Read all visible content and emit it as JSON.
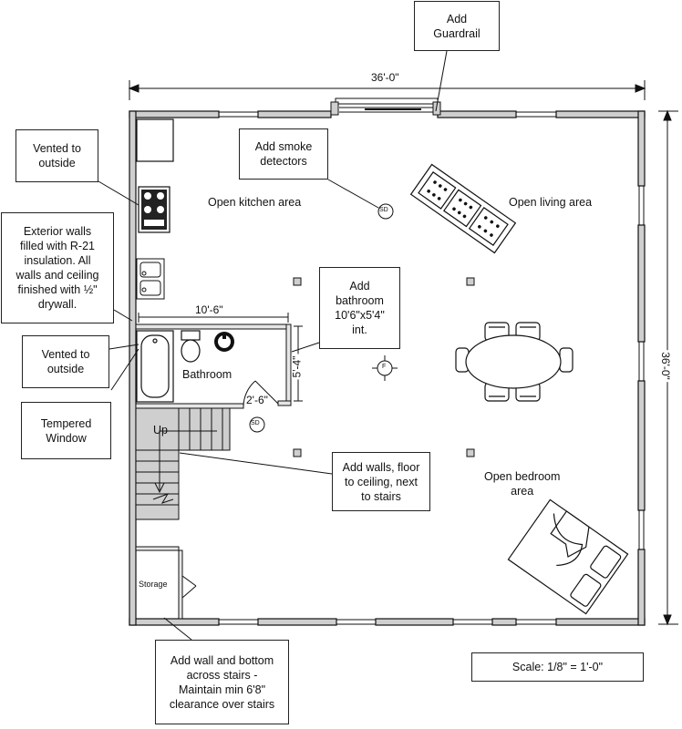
{
  "dimensions": {
    "overall_width": "36'-0\"",
    "overall_depth": "36'-0\"",
    "bathroom_width": "10'-6\"",
    "bathroom_depth": "5'-4\"",
    "door_width": "2'-6\""
  },
  "rooms": {
    "kitchen": "Open kitchen area",
    "living": "Open living area",
    "bathroom": "Bathroom",
    "bedroom_line1": "Open bedroom",
    "bedroom_line2": "area",
    "stairs": "Up",
    "storage": "Storage"
  },
  "symbols": {
    "smoke_detector": "SD",
    "fan": "F"
  },
  "callouts": {
    "guardrail": [
      "Add",
      "Guardrail"
    ],
    "smoke": [
      "Add smoke",
      "detectors"
    ],
    "vented_top": [
      "Vented to",
      "outside"
    ],
    "exterior_walls": [
      "Exterior walls",
      "filled with R-21",
      "insulation. All",
      "walls and ceiling",
      "finished with ½\"",
      "drywall."
    ],
    "vented_bottom": [
      "Vented to",
      "outside"
    ],
    "tempered": [
      "Tempered",
      "Window"
    ],
    "bathroom": [
      "Add",
      "bathroom",
      "10'6\"x5'4\"",
      "int."
    ],
    "walls_stairs": [
      "Add walls, floor",
      "to ceiling, next",
      "to stairs"
    ],
    "wall_bottom": [
      "Add wall and bottom",
      "across stairs -",
      "Maintain min 6'8\"",
      "clearance over stairs"
    ]
  },
  "scale": "Scale:  1/8\" = 1'-0\""
}
